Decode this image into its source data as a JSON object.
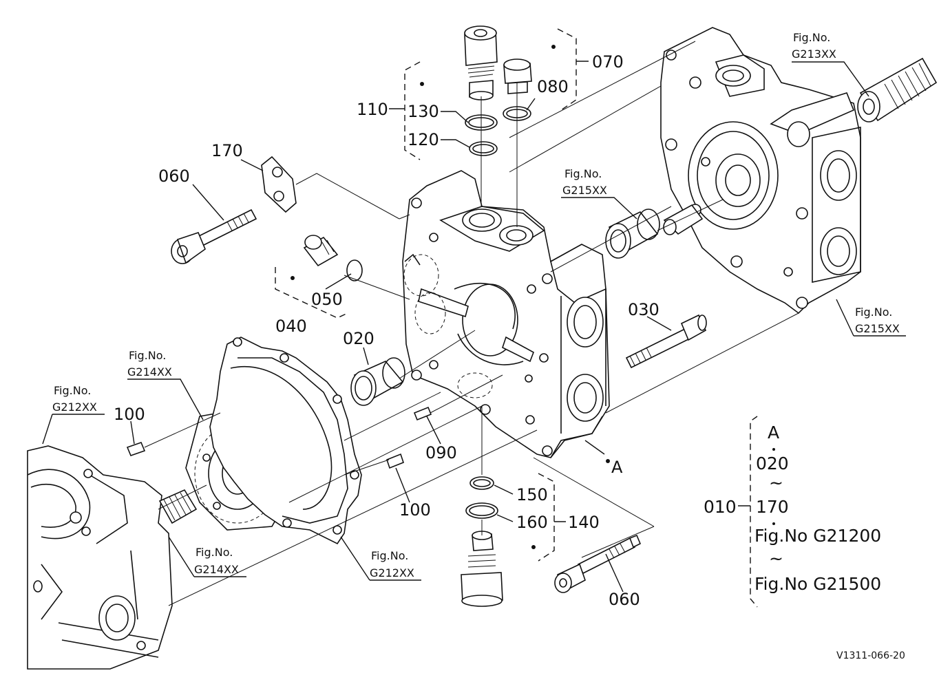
{
  "callouts": {
    "c110": "110",
    "c130": "130",
    "c120": "120",
    "c070": "070",
    "c080": "080",
    "c170": "170",
    "c060a": "060",
    "c050": "050",
    "c040": "040",
    "c020": "020",
    "c030": "030",
    "c100a": "100",
    "c090": "090",
    "c100b": "100",
    "c150": "150",
    "c160": "160",
    "c140": "140",
    "c060b": "060",
    "cA": "A"
  },
  "fig_refs": {
    "g213_title": "Fig.No.",
    "g213_code": "G213XX",
    "g215a_title": "Fig.No.",
    "g215a_code": "G215XX",
    "g215b_title": "Fig.No.",
    "g215b_code": "G215XX",
    "g214a_title": "Fig.No.",
    "g214a_code": "G214XX",
    "g212a_title": "Fig.No.",
    "g212a_code": "G212XX",
    "g214b_title": "Fig.No.",
    "g214b_code": "G214XX",
    "g212b_title": "Fig.No.",
    "g212b_code": "G212XX"
  },
  "legend": {
    "assembly": "010",
    "l1": "A",
    "l2": "020",
    "l3": "~",
    "l4": "170",
    "l5": "Fig.No  G21200",
    "l6": "~",
    "l7": "Fig.No  G21500"
  },
  "drawing_code": "V1311-066-20"
}
